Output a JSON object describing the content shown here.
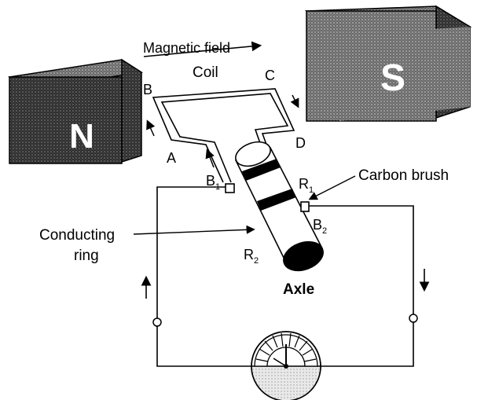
{
  "magnets": {
    "north_label": "N",
    "south_label": "S",
    "color": "#3a3a3a",
    "south_color": "#7a7a7a"
  },
  "labels": {
    "magnetic_field": "Magnetic field",
    "coil": "Coil",
    "corner_a": "A",
    "corner_b": "B",
    "corner_c": "C",
    "corner_d": "D",
    "brush_b1": "B",
    "brush_b1_sub": "1",
    "brush_b2": "B",
    "brush_b2_sub": "2",
    "ring_r1": "R",
    "ring_r1_sub": "1",
    "ring_r2": "R",
    "ring_r2_sub": "2",
    "carbon_brush": "Carbon brush",
    "conducting_ring_line1": "Conducting",
    "conducting_ring_line2": "ring",
    "axle": "Axle"
  },
  "meter": {
    "icon": "galvanometer-icon"
  }
}
